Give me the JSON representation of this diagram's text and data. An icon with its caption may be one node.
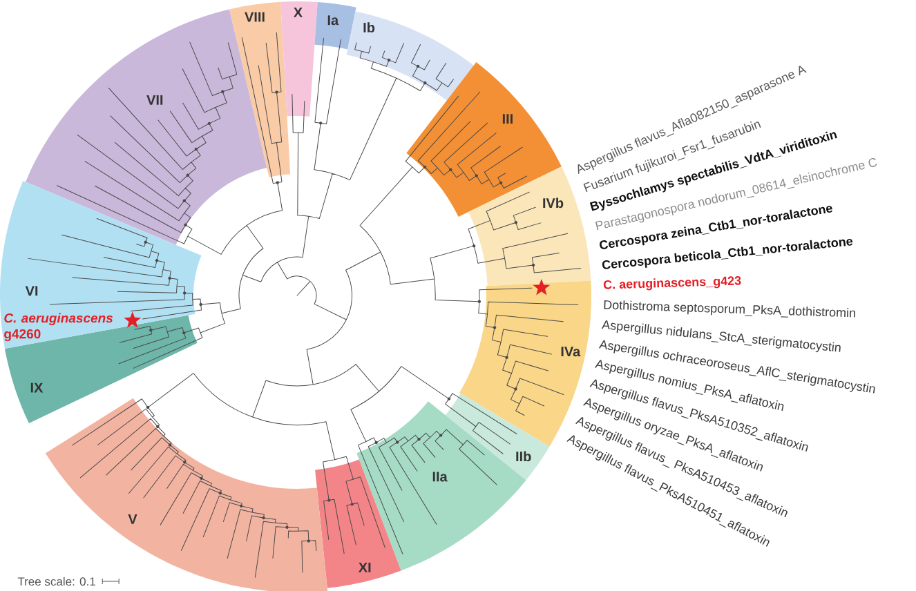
{
  "diagram": {
    "nodes": [
      {
        "text": [
          "VII"
        ]
      },
      {
        "text": [
          "VIII"
        ]
      },
      {
        "text": [
          "X"
        ]
      },
      {
        "text": [
          "Ia"
        ]
      },
      {
        "text": [
          "Ib"
        ]
      },
      {
        "text": [
          "III"
        ]
      },
      {
        "text": [
          "IVb"
        ],
        "beside": [
          "Aspergillus flavus_Afla082150_asparasone A",
          "Fusarium fujikuroi_Fsr1_fusarubin",
          "Byssochlamys spectabilis_VdtA_viriditoxin",
          "Parastagonospora nodorum_08614_elsinochrome C",
          "Cercospora zeina_Ctb1_nor-toralactone",
          "Cercospora beticola_Ctb1_nor-toralactone"
        ]
      },
      {
        "text": [
          "IVa"
        ],
        "beside": [
          "C. aeruginascens_g423",
          "Dothistroma septosporum_PksA_dothistromin",
          "Aspergillus nidulans_StcA_sterigmatocystin",
          "Aspergillus ochraceoroseus_AflC_sterigmatocystin",
          "Aspergillus nomius_PksA_aflatoxin",
          "Aspergillus flavus_PksA510352_aflatoxin",
          "Aspergillus oryzae_PksA_aflatoxin",
          "Aspergillus flavus_ PksA510453_aflatoxin",
          "Aspergillus flavus_PksA510451_aflatoxin"
        ]
      },
      {
        "text": [
          "IIb"
        ]
      },
      {
        "text": [
          "IIa"
        ]
      },
      {
        "text": [
          "XI"
        ]
      },
      {
        "text": [
          "V"
        ]
      },
      {
        "text": [
          "IX"
        ]
      },
      {
        "text": [
          "VI"
        ]
      }
    ],
    "labels": [
      "*C. aeruginascens* g4260",
      "Tree scale: 0.1"
    ]
  }
}
